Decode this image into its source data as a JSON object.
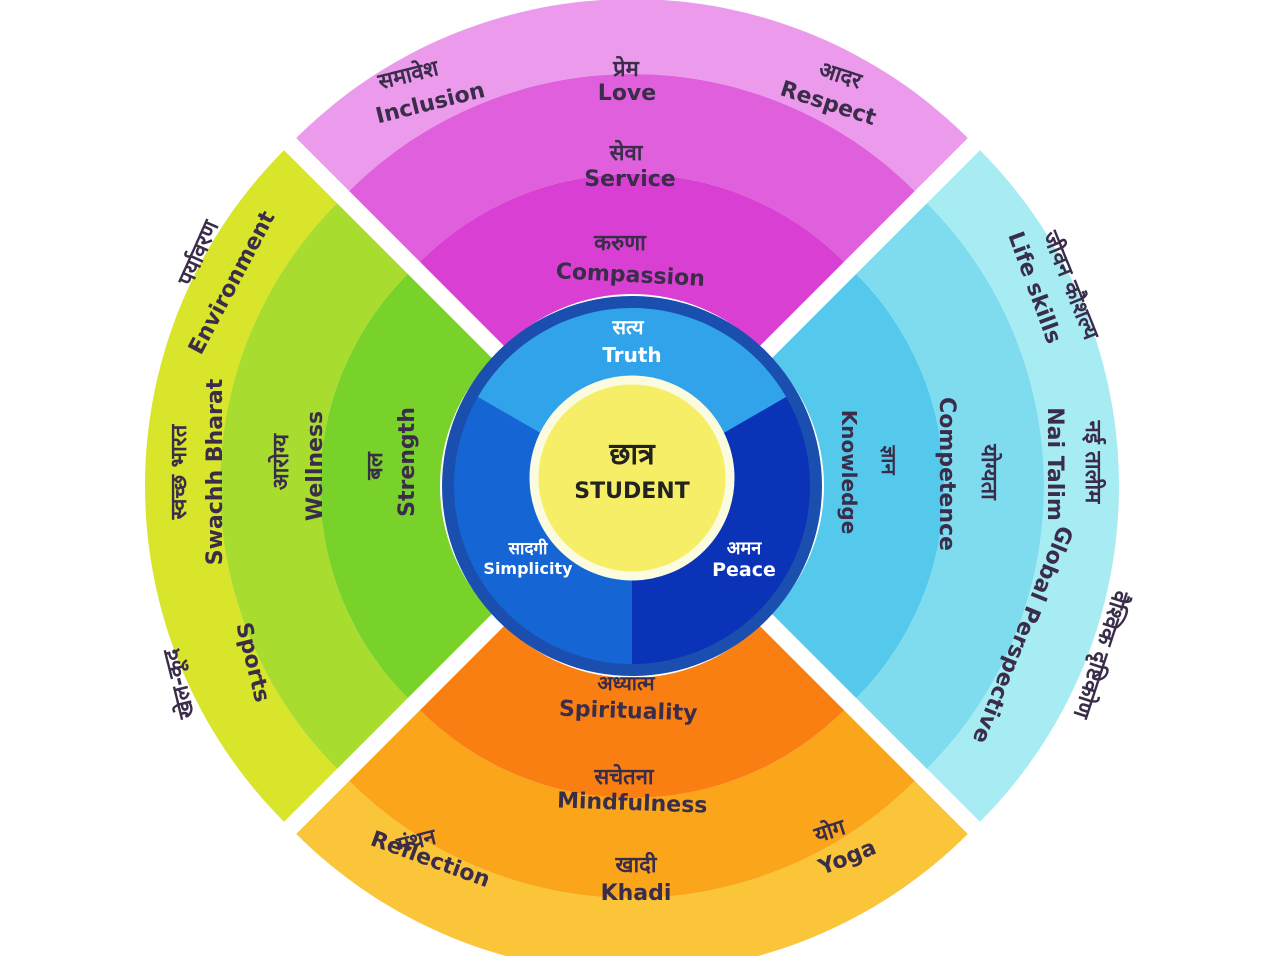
{
  "colors": {
    "top": [
      "#ec9bec",
      "#e05fdc",
      "#d93fd2"
    ],
    "right": [
      "#a7ecf3",
      "#7fdcef",
      "#55c9eb"
    ],
    "bottom": [
      "#fbc53a",
      "#fba51b",
      "#f97f12"
    ],
    "left": [
      "#d8e52a",
      "#a8dc2f",
      "#79d22a"
    ],
    "core_truth": "#31a3ea",
    "core_left": "#1565d4",
    "core_right": "#0b33b8",
    "core_ring": "#1a4fb0",
    "center_fill": "#f6ee66",
    "center_stroke": "#f7f9d8"
  },
  "center": {
    "hindi": "छात्र",
    "english": "STUDENT"
  },
  "core": {
    "truth": {
      "hindi": "सत्य",
      "english": "Truth"
    },
    "simplicity": {
      "hindi": "सादगी",
      "english": "Simplicity"
    },
    "peace": {
      "hindi": "अमन",
      "english": "Peace"
    }
  },
  "top": {
    "inner": {
      "hindi": "करुणा",
      "english": "Compassion"
    },
    "middle": {
      "hindi": "सेवा",
      "english": "Service"
    },
    "outer": [
      {
        "hindi": "समावेश",
        "english": "Inclusion"
      },
      {
        "hindi": "प्रेम",
        "english": "Love"
      },
      {
        "hindi": "आदर",
        "english": "Respect"
      }
    ]
  },
  "right": {
    "inner": {
      "hindi": "ज्ञान",
      "english": "Knowledge"
    },
    "middle": {
      "hindi": "योग्यता",
      "english": "Competence"
    },
    "outer": [
      {
        "hindi": "जीवन कौशल्य",
        "english": "Life skills"
      },
      {
        "hindi": "नई तालीम",
        "english": "Nai Talim"
      },
      {
        "hindi": "वैश्विक दृष्टिकोण",
        "english": "Global Perspective"
      }
    ]
  },
  "bottom": {
    "inner": {
      "hindi": "अध्यात्म",
      "english": "Spirituality"
    },
    "middle": {
      "hindi": "सचेतना",
      "english": "Mindfulness"
    },
    "outer": [
      {
        "hindi": "मंथन",
        "english": "Reflection"
      },
      {
        "hindi": "खादी",
        "english": "Khadi"
      },
      {
        "hindi": "योग",
        "english": "Yoga"
      }
    ]
  },
  "left": {
    "inner": {
      "hindi": "बल",
      "english": "Strength"
    },
    "middle": {
      "hindi": "आरोग्य",
      "english": "Wellness"
    },
    "outer": [
      {
        "hindi": "पर्यावरण",
        "english": "Environment"
      },
      {
        "hindi": "स्वच्छ भारत",
        "english": "Swachh Bharat"
      },
      {
        "hindi": "खेल-कूद",
        "english": "Sports"
      }
    ]
  }
}
